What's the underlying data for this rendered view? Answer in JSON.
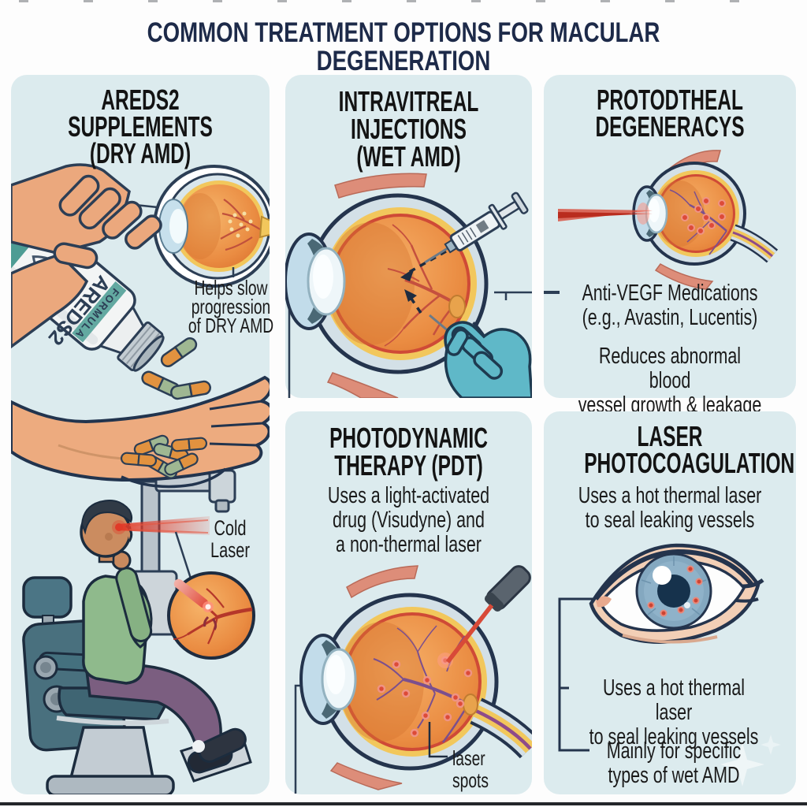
{
  "page": {
    "title": "COMMON TREATMENT OPTIONS FOR MACULAR DEGENERATION"
  },
  "colors": {
    "panel_background": "#dcebee",
    "title_navy": "#1d2a49",
    "heading_black": "#131313",
    "body_black": "#1a1a1a",
    "laser_red": "#d84a38",
    "eye_orange": "#ea8c42",
    "choroid_yellow": "#f2c75c",
    "glove_teal": "#5fb8c8",
    "bottle_teal": "#4d9c94",
    "outline_navy": "#24344d"
  },
  "panels": {
    "areds2": {
      "title_lines": [
        "AREDS2 SUPPLEMENTS",
        "(DRY AMD)"
      ],
      "bottle_label_lines": [
        "AREDS2",
        "FORMULA"
      ],
      "note_lines": [
        "Helps slow",
        "progression",
        "of DRY AMD"
      ],
      "cold_laser_lines": [
        "Cold",
        "Laser"
      ]
    },
    "intravitreal": {
      "title_lines": [
        "INTRAVITREAL",
        "INJECTIONS",
        "(WET AMD)"
      ]
    },
    "anti_vegf": {
      "title_lines": [
        "PROTODTHEAL",
        "DEGENERACYS"
      ],
      "medication_lines": [
        "Anti-VEGF Medications",
        "(e.g., Avastin, Lucentis)"
      ],
      "effect_lines": [
        "Reduces abnormal blood",
        "vessel growth & leakage"
      ]
    },
    "pdt": {
      "title_lines": [
        "PHOTODYNAMIC",
        "THERAPY (PDT)"
      ],
      "description_lines": [
        "Uses a light-activated",
        "drug (Visudyne) and",
        "a non-thermal laser"
      ],
      "laser_spots_label": "laser spots"
    },
    "laser_photocoagulation": {
      "title_lines": [
        "LASER",
        "PHOTOCOAGULATION"
      ],
      "description_lines": [
        "Uses a hot thermal laser",
        "to seal leaking vessels"
      ],
      "note1_lines": [
        "Uses a hot thermal laser",
        "to seal leaking vessels"
      ],
      "note2_lines": [
        "Mainly for specific",
        "types of wet AMD"
      ]
    }
  }
}
